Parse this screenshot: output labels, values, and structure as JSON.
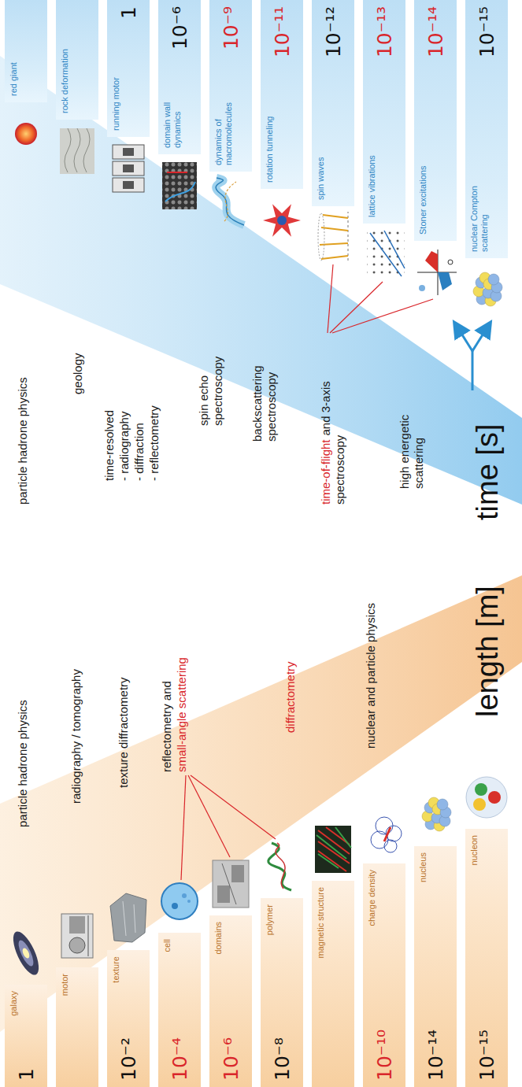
{
  "diagram": {
    "nodes": [
      {
        "text": [
          "1",
          "galaxy"
        ]
      },
      {
        "text": [
          "motor"
        ]
      },
      {
        "text": [
          "10⁻²",
          "texture"
        ]
      },
      {
        "text": [
          "10⁻⁴",
          "cell"
        ]
      },
      {
        "text": [
          "10⁻⁶",
          "domains"
        ]
      },
      {
        "text": [
          "10⁻⁸",
          "polymer"
        ]
      },
      {
        "text": [
          "magnetic structure"
        ]
      },
      {
        "text": [
          "10⁻¹⁰",
          "charge density"
        ]
      },
      {
        "text": [
          "10⁻¹⁴",
          "nucleus"
        ]
      },
      {
        "text": [
          "10⁻¹⁵",
          "nucleon"
        ]
      },
      {
        "text": [
          "red giant"
        ]
      },
      {
        "text": [
          "rock deformation"
        ]
      },
      {
        "text": [
          "1",
          "running motor"
        ]
      },
      {
        "text": [
          "10⁻⁶",
          "domain wall dynamics"
        ]
      },
      {
        "text": [
          "10⁻⁹",
          "dynamics of macromolecules"
        ]
      },
      {
        "text": [
          "10⁻¹¹",
          "rotation tunneling"
        ]
      },
      {
        "text": [
          "10⁻¹²",
          "spin waves"
        ]
      },
      {
        "text": [
          "10⁻¹³",
          "lattice vibrations"
        ]
      },
      {
        "text": [
          "10⁻¹⁴",
          "Stoner excitations"
        ]
      },
      {
        "text": [
          "10⁻¹⁵",
          "nuclear Compton scattering"
        ]
      }
    ],
    "labels": [
      "particle hadrone physics",
      "radiography / tomography",
      "texture diffractometry",
      "reflectometry and",
      "small-angle scattering",
      "diffractometry",
      "nuclear and particle physics",
      "length [m]",
      "particle hadrone physics",
      "geology",
      "time-resolved",
      "- radiography",
      "- diffraction",
      "- reflectometry",
      "spin echo spectroscopy",
      "backscattering spectroscopy",
      "time-of-flight",
      "and 3-axis spectroscopy",
      "high energetic scattering",
      "time [s]"
    ]
  }
}
